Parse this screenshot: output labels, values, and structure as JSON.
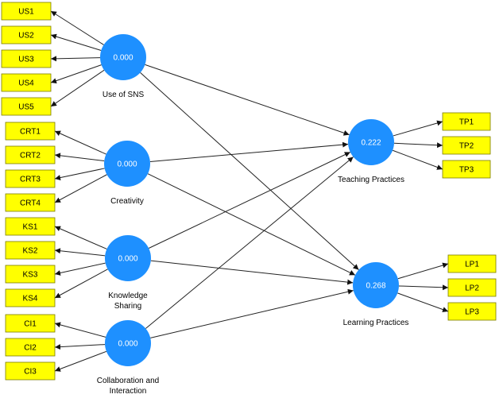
{
  "constructs": {
    "use_of_sns": {
      "label": [
        "Use of SNS"
      ],
      "value": "0.000",
      "indicators": [
        "US1",
        "US2",
        "US3",
        "US4",
        "US5"
      ]
    },
    "creativity": {
      "label": [
        "Creativity"
      ],
      "value": "0.000",
      "indicators": [
        "CRT1",
        "CRT2",
        "CRT3",
        "CRT4"
      ]
    },
    "knowledge_sharing": {
      "label": [
        "Knowledge",
        "Sharing"
      ],
      "value": "0.000",
      "indicators": [
        "KS1",
        "KS2",
        "KS3",
        "KS4"
      ]
    },
    "collaboration": {
      "label": [
        "Collaboration and",
        "Interaction"
      ],
      "value": "0.000",
      "indicators": [
        "CI1",
        "CI2",
        "CI3"
      ]
    },
    "teaching_practices": {
      "label": [
        "Teaching Practices"
      ],
      "value": "0.222",
      "indicators": [
        "TP1",
        "TP2",
        "TP3"
      ]
    },
    "learning_practices": {
      "label": [
        "Learning Practices"
      ],
      "value": "0.268",
      "indicators": [
        "LP1",
        "LP2",
        "LP3"
      ]
    }
  },
  "paths": [
    [
      "use_of_sns",
      "teaching_practices"
    ],
    [
      "use_of_sns",
      "learning_practices"
    ],
    [
      "creativity",
      "teaching_practices"
    ],
    [
      "creativity",
      "learning_practices"
    ],
    [
      "knowledge_sharing",
      "teaching_practices"
    ],
    [
      "knowledge_sharing",
      "learning_practices"
    ],
    [
      "collaboration",
      "teaching_practices"
    ],
    [
      "collaboration",
      "learning_practices"
    ]
  ],
  "colors": {
    "latent": "#1e90ff",
    "indicator": "#ffff00",
    "line": "#222222"
  }
}
